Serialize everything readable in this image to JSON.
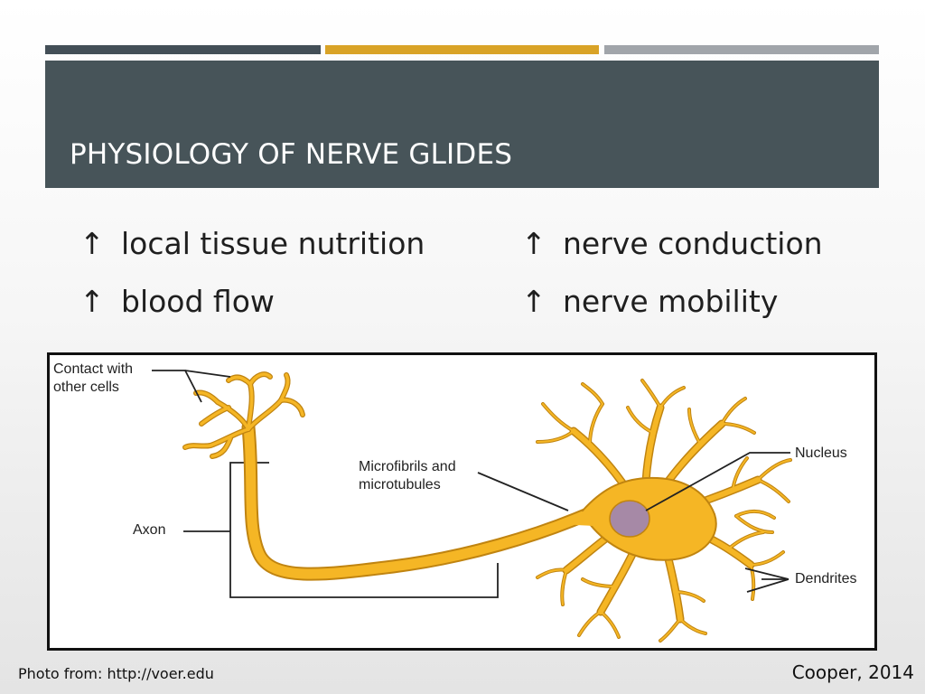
{
  "slide": {
    "title": "PHYSIOLOGY OF NERVE GLIDES"
  },
  "bullets": [
    {
      "arrow": "↑",
      "text": "local tissue nutrition"
    },
    {
      "arrow": "↑",
      "text": "blood flow"
    },
    {
      "arrow": "↑",
      "text": "nerve conduction"
    },
    {
      "arrow": "↑",
      "text": "nerve mobility"
    }
  ],
  "figure": {
    "labels": {
      "contact_line1": "Contact with",
      "contact_line2": "other cells",
      "microfibrils_line1": "Microfibrils and",
      "microfibrils_line2": "microtubules",
      "axon": "Axon",
      "nucleus": "Nucleus",
      "dendrites": "Dendrites"
    }
  },
  "footer": {
    "photo_credit": "Photo from: http://voer.edu",
    "citation": "Cooper, 2014"
  },
  "colors": {
    "dark_slate": "#475459",
    "accent_gold": "#d9a327",
    "accent_grey": "#a1a5aa",
    "neuron_fill": "#f5b625",
    "nucleus_fill": "#a689a6"
  }
}
